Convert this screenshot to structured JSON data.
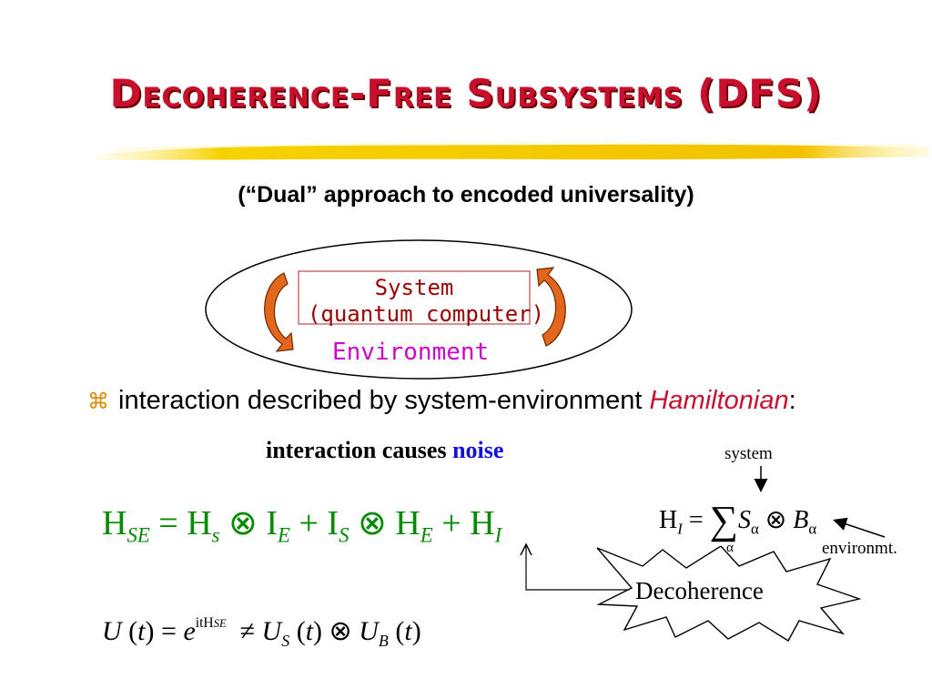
{
  "slide": {
    "title": "Decoherence-Free Subsystems (DFS)",
    "subtitle": "(“Dual” approach to encoded universality)"
  },
  "diagram": {
    "system_line1": "System",
    "system_line2": "(quantum computer)",
    "environment": "Environment"
  },
  "bullet": {
    "glyph": "⌘",
    "text": "interaction described by system-environment ",
    "emphasis": "Hamiltonian",
    "suffix": ":"
  },
  "noise_line": {
    "text": "interaction causes ",
    "highlight": "noise"
  },
  "labels": {
    "system": "system",
    "environment": "environmt.",
    "decoherence": "Decoherence"
  },
  "colors": {
    "title": "#c8102e",
    "equation": "#008a00",
    "noise": "#1111dd",
    "environment": "#cc00cc",
    "system_box": "#990000",
    "highlight_stroke": "#f2c200"
  }
}
